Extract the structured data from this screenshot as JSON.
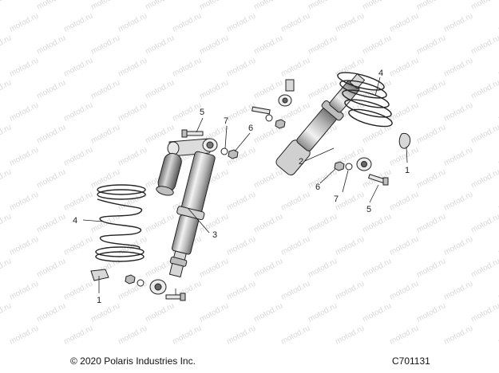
{
  "watermark": "motod.ru",
  "callouts": [
    "1",
    "2",
    "3",
    "4",
    "5",
    "6",
    "7"
  ],
  "footer": {
    "copyright": "© 2020 Polaris Industries Inc.",
    "part_code": "C701131"
  },
  "colors": {
    "line": "#222222",
    "shade": "#9a9a9a",
    "watermark": "#d9d9d9"
  }
}
